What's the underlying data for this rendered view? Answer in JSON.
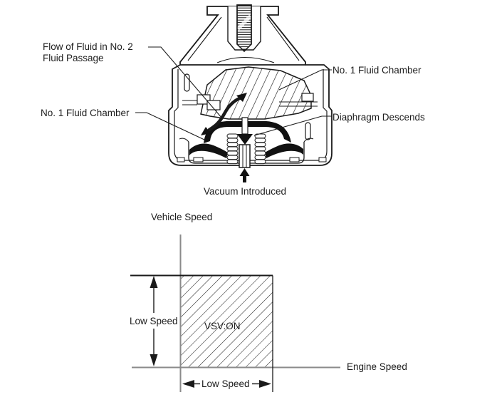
{
  "page": {
    "background": "#ffffff",
    "line_color": "#1a1a1a",
    "axis_color": "#8a8a8a"
  },
  "mount_diagram": {
    "labels": {
      "flow_line1": "Flow of Fluid in No. 2",
      "flow_line2": "Fluid Passage",
      "chamber_left": "No. 1 Fluid Chamber",
      "chamber_right": "No. 1 Fluid Chamber",
      "diaphragm": "Diaphragm Descends",
      "vacuum": "Vacuum Introduced"
    }
  },
  "chart_data": {
    "type": "area",
    "title": "",
    "xlabel": "Engine Speed",
    "ylabel": "Vehicle Speed",
    "region_label": "VSV:ON",
    "x_extent_label": "Low Speed",
    "y_extent_label": "Low Speed",
    "region": "hatched rectangle from the origin spanning low engine speed by low vehicle speed; VSV is ON inside it",
    "axis_color": "#8a8a8a",
    "grid": false,
    "legend": false
  }
}
